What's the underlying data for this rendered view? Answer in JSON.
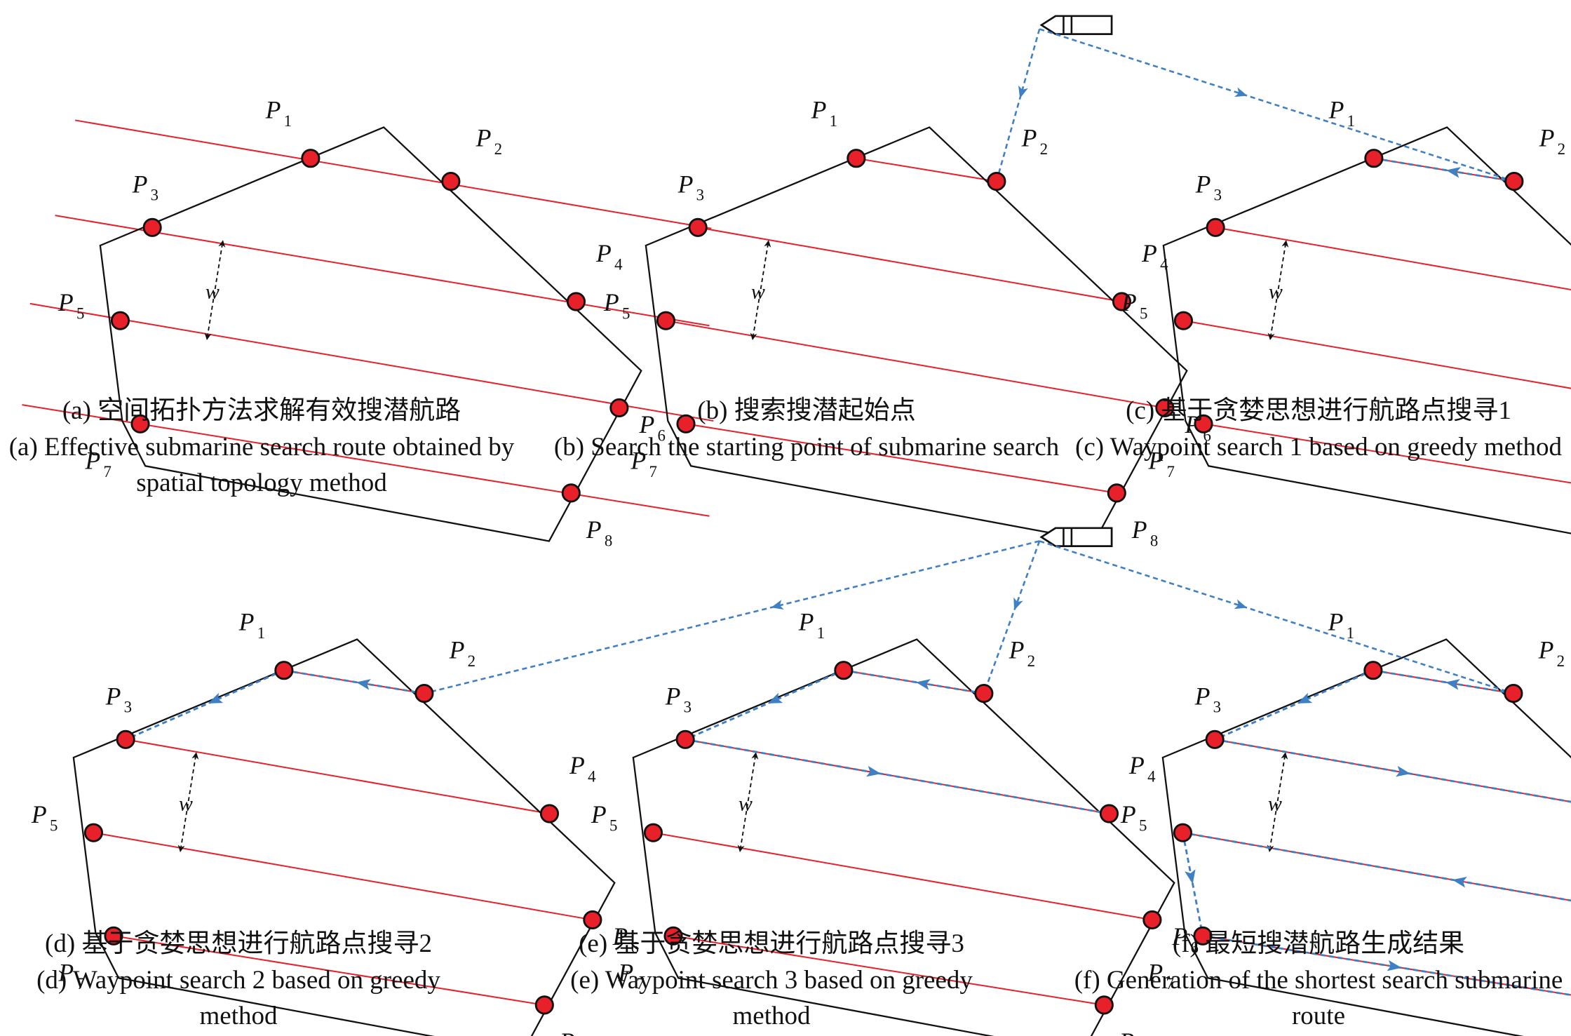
{
  "colors": {
    "boundary": "#111111",
    "scan_line": "#e8202a",
    "route": "#3f7fc4",
    "node_fill": "#e8202a",
    "node_stroke": "#111111",
    "text": "#111111"
  },
  "icons": [
    "submarine-icon",
    "double-arrow-icon",
    "waypoint-node-icon"
  ],
  "spacing_label": "w",
  "point_labels": [
    "P1",
    "P2",
    "P3",
    "P4",
    "P5",
    "P6",
    "P7",
    "P8"
  ],
  "panels": [
    {
      "id": "a",
      "caption_zh": "(a) 空间拓扑方法求解有效搜潜航路",
      "caption_en": "(a) Effective submarine search route obtained by spatial topology method",
      "mode": "topology",
      "route": []
    },
    {
      "id": "b",
      "caption_zh": "(b) 搜索搜潜起始点",
      "caption_en": "(b) Search the starting point of submarine search",
      "mode": "search",
      "route": []
    },
    {
      "id": "c",
      "caption_zh": "(c) 基于贪婪思想进行航路点搜寻1",
      "caption_en": "(c) Waypoint search 1 based on greedy method",
      "mode": "search",
      "route": [
        "P2",
        "P1"
      ]
    },
    {
      "id": "d",
      "caption_zh": "(d) 基于贪婪思想进行航路点搜寻2",
      "caption_en": "(d) Waypoint search 2 based on greedy method",
      "mode": "search",
      "route": [
        "P2",
        "P1",
        "P3"
      ]
    },
    {
      "id": "e",
      "caption_zh": "(e) 基于贪婪思想进行航路点搜寻3",
      "caption_en": "(e) Waypoint search 3 based on greedy method",
      "mode": "search",
      "route": [
        "P2",
        "P1",
        "P3",
        "P4"
      ]
    },
    {
      "id": "f",
      "caption_zh": "(f) 最短搜潜航路生成结果",
      "caption_en": "(f) Generation of the shortest search submarine route",
      "mode": "search",
      "route": [
        "P2",
        "P1",
        "P3",
        "P4",
        "P6",
        "P5",
        "P7",
        "P8"
      ]
    }
  ]
}
